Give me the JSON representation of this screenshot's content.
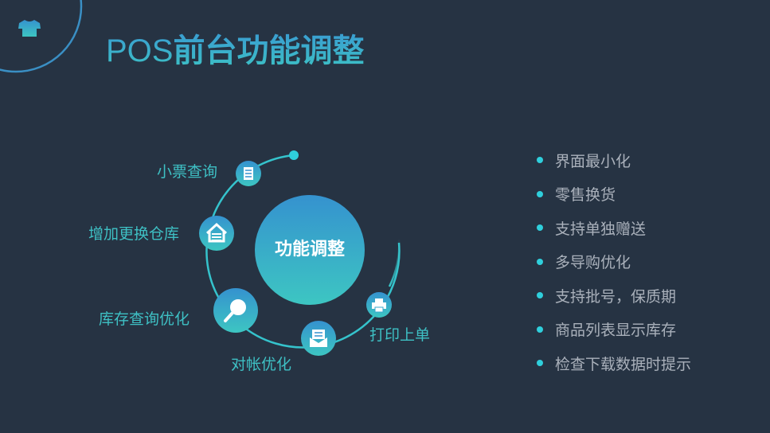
{
  "header": {
    "title_latin": "POS",
    "title_cn": "前台功能调整",
    "logo_icon": "tshirt-icon"
  },
  "diagram": {
    "center": "功能调整",
    "nodes": [
      {
        "label": "小票查询",
        "icon": "receipt-icon"
      },
      {
        "label": "增加更换仓库",
        "icon": "warehouse-icon"
      },
      {
        "label": "库存查询优化",
        "icon": "search-icon"
      },
      {
        "label": "对帐优化",
        "icon": "mail-icon"
      },
      {
        "label": "打印上单",
        "icon": "printer-icon"
      }
    ]
  },
  "features": [
    "界面最小化",
    "零售换货",
    "支持单独赠送",
    "多导购优化",
    "支持批号，保质期",
    "商品列表显示库存",
    "检查下载数据时提示"
  ],
  "colors": {
    "background": "#263343",
    "accent": "#3ec0c4",
    "accent_blue": "#3a9bd2"
  }
}
